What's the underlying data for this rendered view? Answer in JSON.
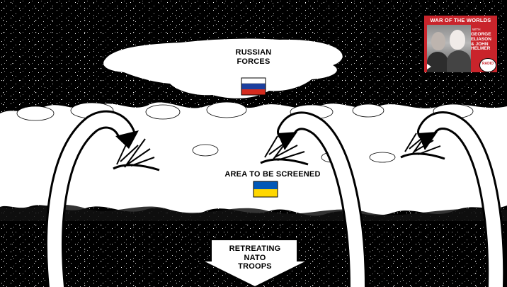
{
  "diagram": {
    "russian_forces_lines": [
      "RUSSIAN",
      "FORCES"
    ],
    "screened_area_label": "AREA TO BE SCREENED",
    "retreating_troops_lines": [
      "RETREATING",
      "NATO",
      "TROOPS"
    ]
  },
  "flags": {
    "russia": [
      "#ffffff",
      "#1c3f9e",
      "#d52b1e"
    ],
    "ukraine": [
      "#0057b7",
      "#ffd700"
    ]
  },
  "thumbnail": {
    "title": "WAR OF THE WORLDS",
    "with_text": "WITH",
    "names": [
      "GEORGE",
      "ELIASON",
      "& JOHN",
      "HELMER"
    ],
    "logo_text": "RADIO",
    "accent": "#c9242b",
    "icon": "play-icon"
  },
  "colors": {
    "background": "#000000",
    "terrain": "#ffffff",
    "ink": "#000000"
  }
}
